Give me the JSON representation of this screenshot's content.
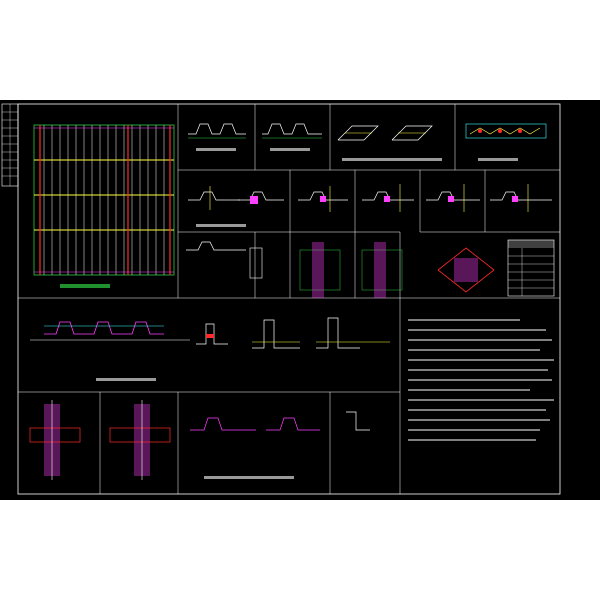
{
  "sheet": {
    "background": "#000000",
    "border_color": "#ffffff",
    "accent_colors": {
      "white": "#ffffff",
      "green": "#2ecc40",
      "red": "#ff2a2a",
      "magenta": "#ff40ff",
      "yellow": "#ffff40",
      "cyan": "#40ffff",
      "blue": "#3c6cff"
    }
  },
  "panels": [
    {
      "id": "plan",
      "name": "floor-deck-plan",
      "caption": ""
    },
    {
      "id": "deck-section-a",
      "name": "deck-profile-section-a",
      "caption": ""
    },
    {
      "id": "deck-section-b",
      "name": "deck-profile-section-b",
      "caption": ""
    },
    {
      "id": "deck-3d-a",
      "name": "deck-iso-detail-a",
      "caption": ""
    },
    {
      "id": "deck-3d-b",
      "name": "deck-iso-detail-b",
      "caption": ""
    },
    {
      "id": "edge-detail",
      "name": "deck-edge-detail",
      "caption": ""
    },
    {
      "id": "notes",
      "name": "general-notes",
      "caption": ""
    }
  ]
}
